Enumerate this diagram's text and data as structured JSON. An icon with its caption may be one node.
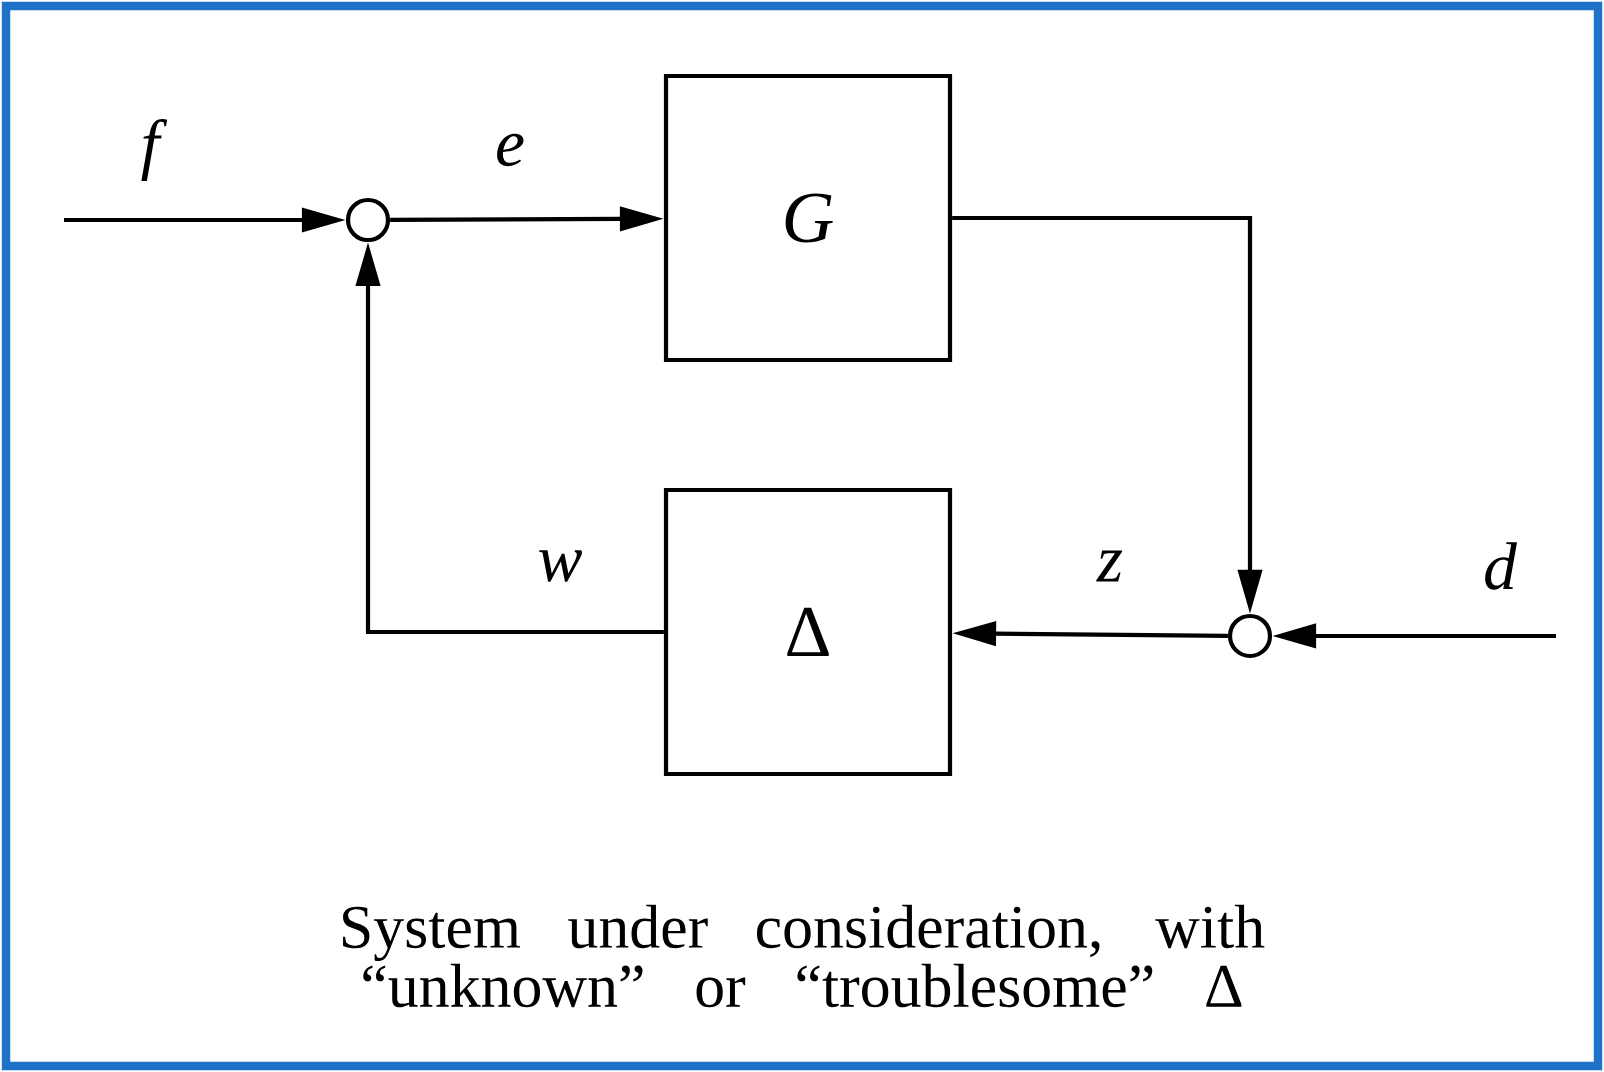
{
  "diagram": {
    "caption": "System under consideration, with “unknown” or “troublesome” Δ",
    "nodes": [
      {
        "text": [],
        "shape": "circle"
      },
      {
        "text": [
          "G"
        ]
      },
      {
        "text": [
          "Δ"
        ]
      },
      {
        "text": [],
        "shape": "circle"
      }
    ],
    "edges": [
      {
        "from": null,
        "to": 0,
        "arrow": "to",
        "label": "f"
      },
      {
        "from": 0,
        "to": 1,
        "arrow": "to",
        "label": "e"
      },
      {
        "from": 1,
        "to": 3,
        "arrow": "to"
      },
      {
        "from": null,
        "to": 3,
        "arrow": "to",
        "label": "d"
      },
      {
        "from": 3,
        "to": 2,
        "arrow": "to",
        "label": "z"
      },
      {
        "from": 2,
        "to": 0,
        "arrow": "to",
        "label": "w"
      }
    ]
  }
}
